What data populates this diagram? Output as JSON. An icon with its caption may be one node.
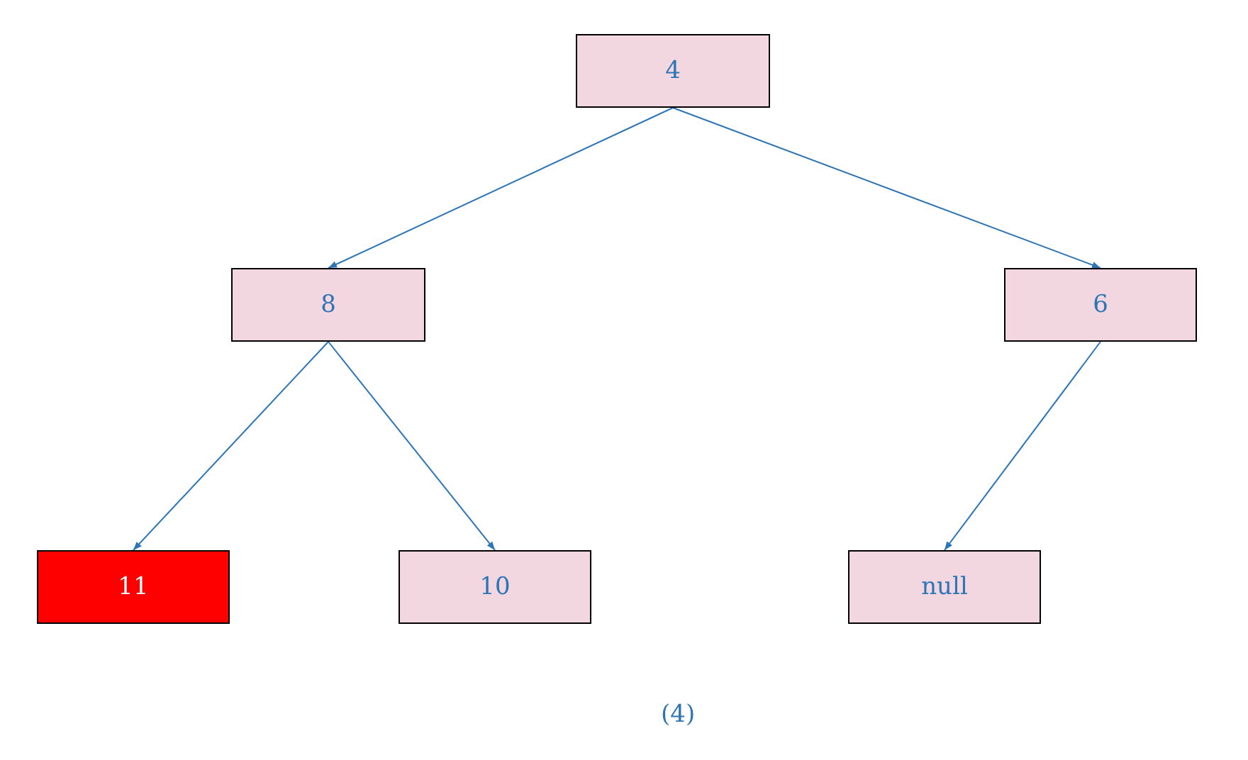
{
  "diagram": {
    "caption": "(4)",
    "nodes": [
      {
        "text": [
          "4"
        ]
      },
      {
        "text": [
          "8"
        ]
      },
      {
        "text": [
          "6"
        ]
      },
      {
        "text": [
          "11"
        ]
      },
      {
        "text": [
          "10"
        ]
      },
      {
        "text": [
          "null"
        ]
      }
    ],
    "edges": [
      {
        "from": 0,
        "to": 1,
        "arrow": "to"
      },
      {
        "from": 0,
        "to": 2,
        "arrow": "to"
      },
      {
        "from": 1,
        "to": 3,
        "arrow": "to"
      },
      {
        "from": 1,
        "to": 4,
        "arrow": "to"
      },
      {
        "from": 2,
        "to": 5,
        "arrow": "to"
      }
    ]
  }
}
